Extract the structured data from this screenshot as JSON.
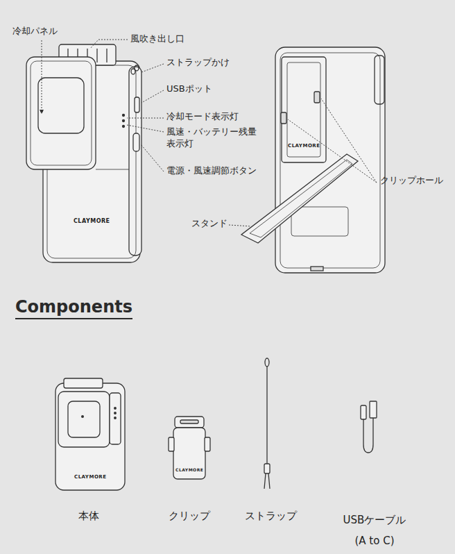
{
  "diagram": {
    "title": "Components",
    "labels": [
      "冷却パネル",
      "風吹き出し口",
      "ストラップかけ",
      "USBポット",
      "冷却モード表示灯",
      "風速・バッテリー残量 表示灯",
      "電源・風速調節ボタン",
      "CLAYMORE",
      "クリップホール",
      "スタンド",
      "CLAYMORE",
      "本体",
      "クリップ",
      "ストラップ",
      "USBケーブル (A to C)",
      "CLAYMORE",
      "CLAYMORE"
    ]
  }
}
